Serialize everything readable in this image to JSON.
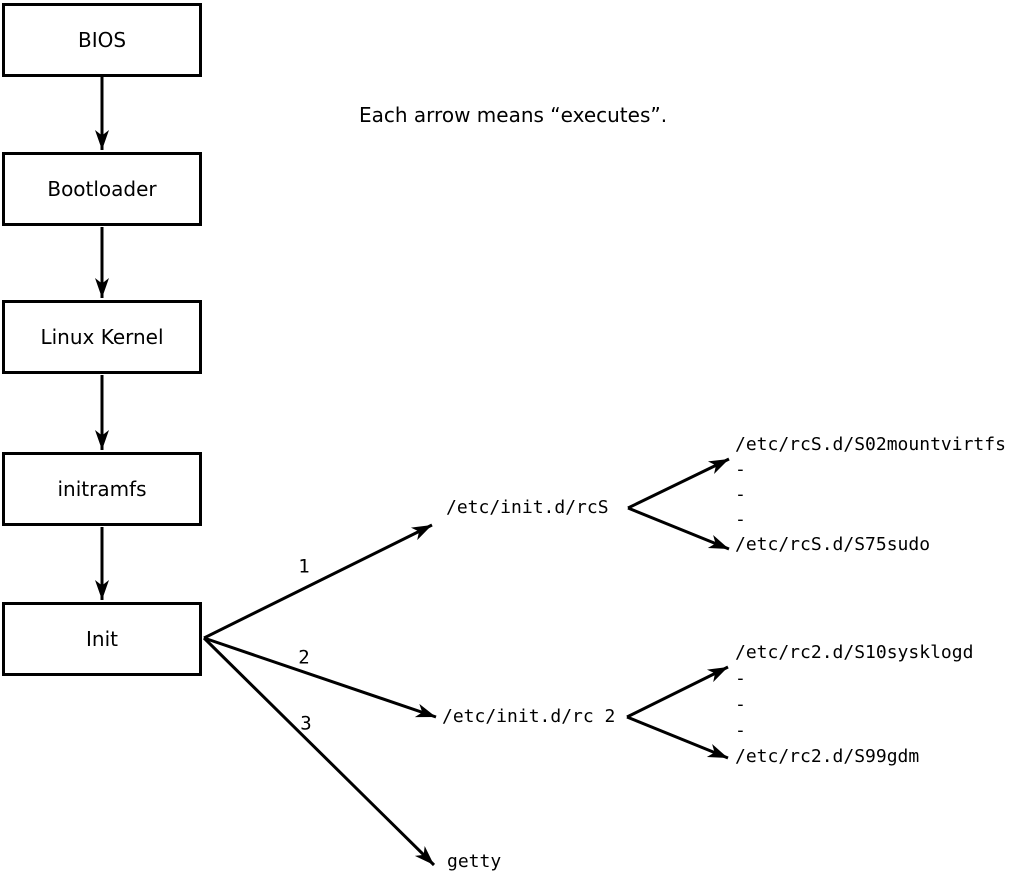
{
  "note": "Each arrow means “executes”.",
  "boot_chain": [
    "BIOS",
    "Bootloader",
    "Linux Kernel",
    "initramfs",
    "Init"
  ],
  "branches": [
    {
      "label": "1",
      "target": "/etc/init.d/rcS",
      "children": [
        "/etc/rcS.d/S02mountvirtfs",
        "-",
        "-",
        "-",
        "/etc/rcS.d/S75sudo"
      ]
    },
    {
      "label": "2",
      "target": "/etc/init.d/rc 2",
      "children": [
        "/etc/rc2.d/S10sysklogd",
        "-",
        "-",
        "-",
        "/etc/rc2.d/S99gdm"
      ]
    },
    {
      "label": "3",
      "target": "getty",
      "children": []
    }
  ],
  "colors": {
    "ink": "#000000",
    "paper": "#ffffff"
  }
}
